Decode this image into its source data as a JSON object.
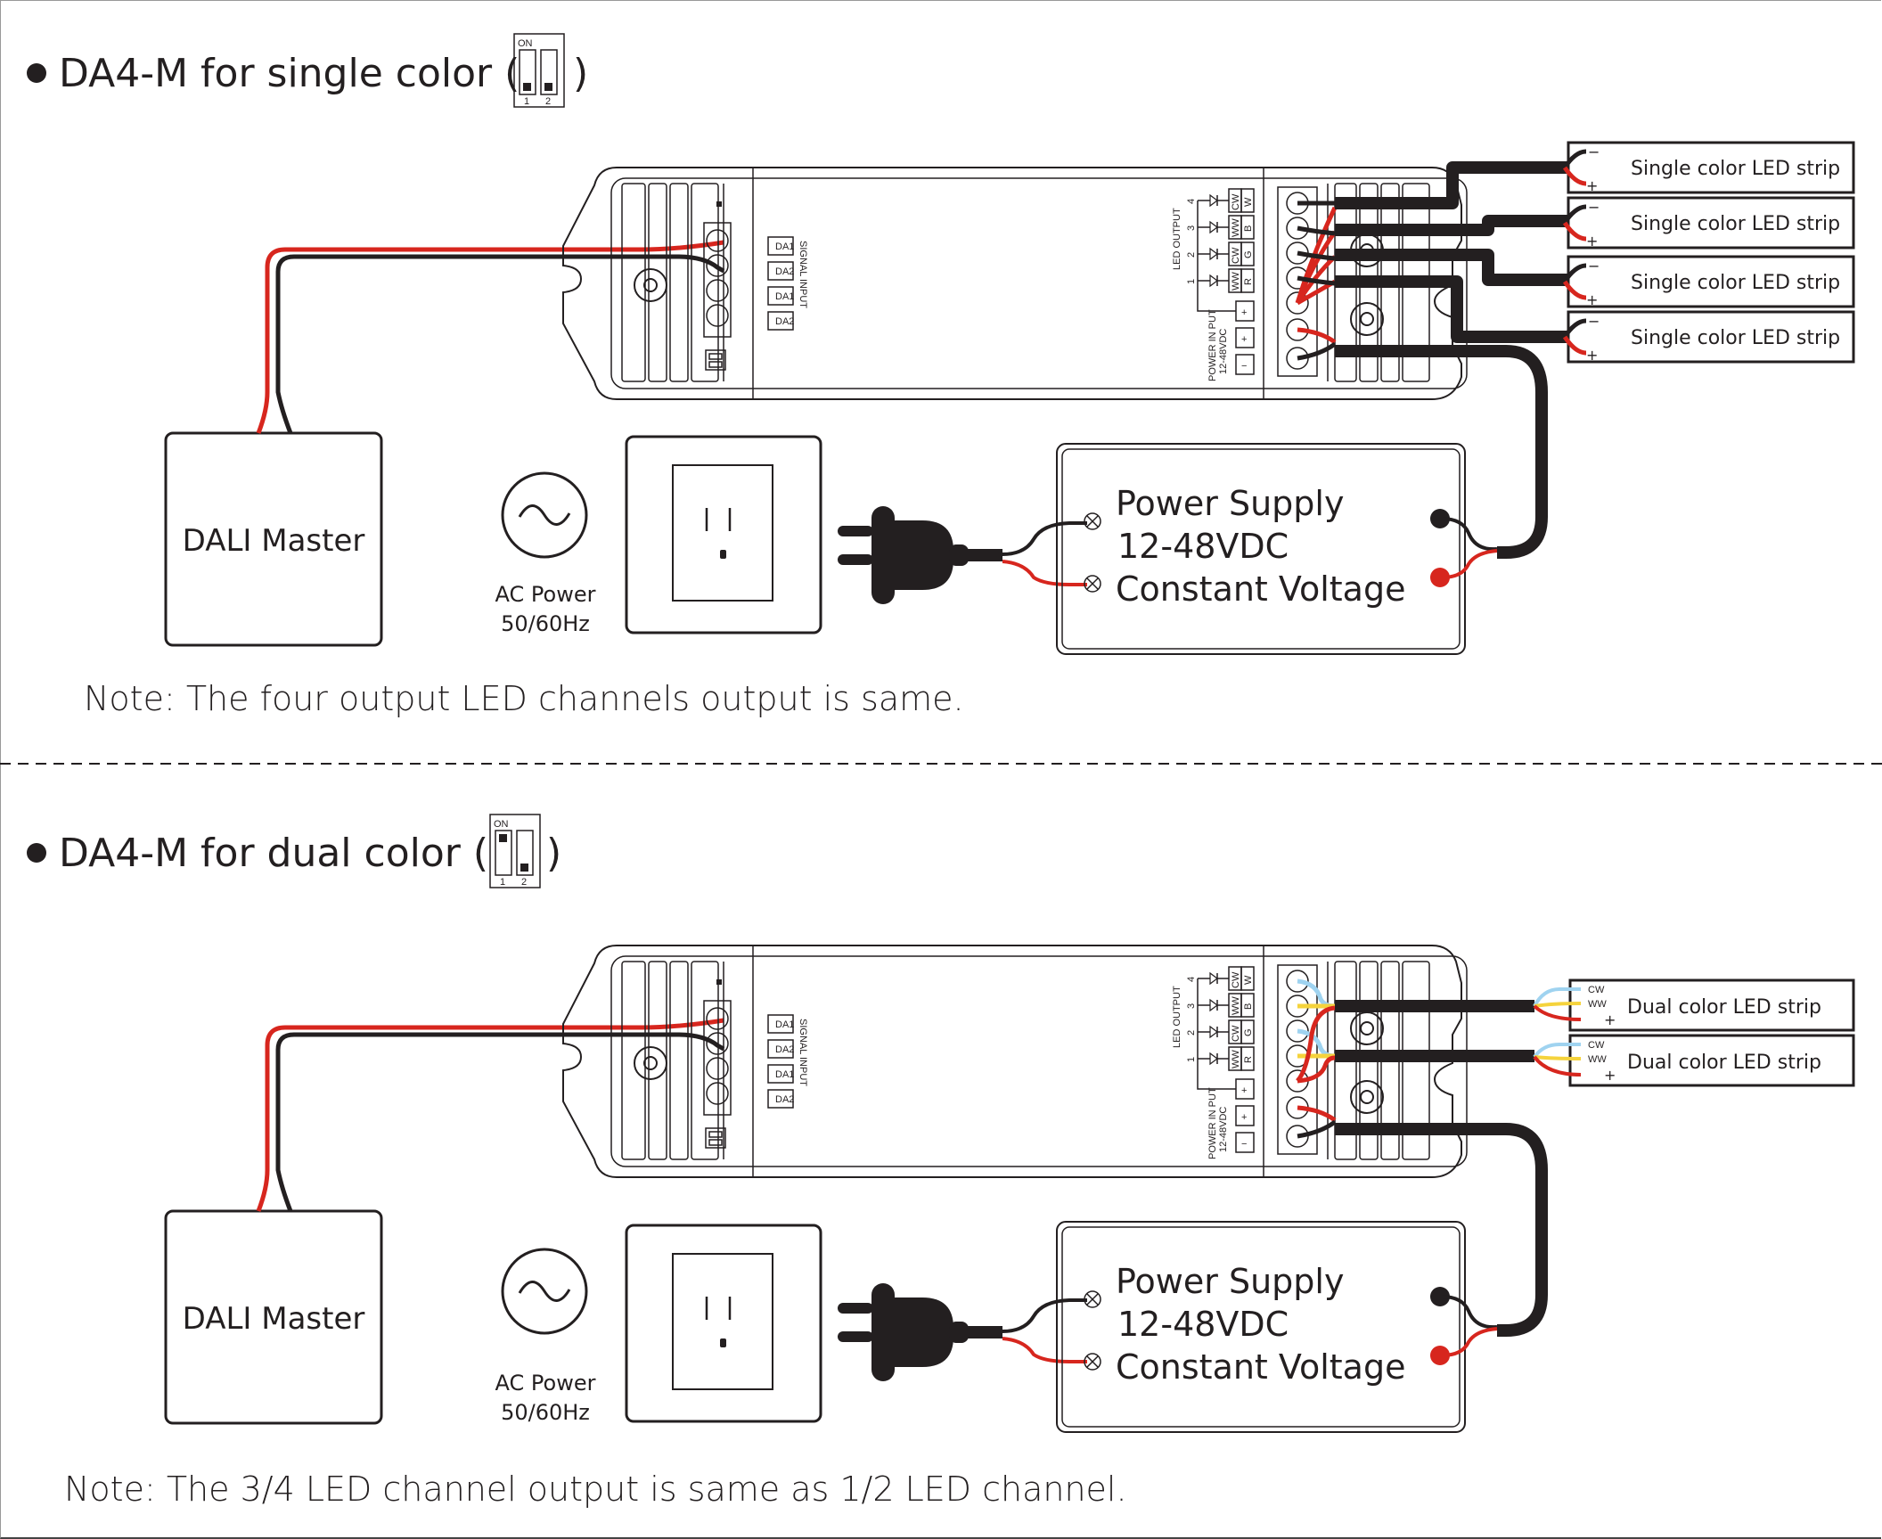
{
  "sections": [
    {
      "title": "DA4-M for single color (",
      "title_close": ")",
      "dip": {
        "on_label": "ON",
        "labels": [
          "1",
          "2"
        ],
        "switch1": "off",
        "switch2": "off"
      },
      "note": "Note: The four output LED channels output is same.",
      "strips": [
        {
          "label": "Single color LED strip",
          "pins": [
            "−",
            "+"
          ]
        },
        {
          "label": "Single color LED strip",
          "pins": [
            "−",
            "+"
          ]
        },
        {
          "label": "Single color LED strip",
          "pins": [
            "−",
            "+"
          ]
        },
        {
          "label": "Single color LED strip",
          "pins": [
            "−",
            "+"
          ]
        }
      ]
    },
    {
      "title": "DA4-M for dual color (",
      "title_close": ")",
      "dip": {
        "on_label": "ON",
        "labels": [
          "1",
          "2"
        ],
        "switch1": "on",
        "switch2": "off"
      },
      "note": "Note: The 3/4 LED channel output is same as 1/2 LED channel.",
      "strips": [
        {
          "label": "Dual color LED strip",
          "pins": [
            "CW",
            "WW",
            "+"
          ]
        },
        {
          "label": "Dual color LED strip",
          "pins": [
            "CW",
            "WW",
            "+"
          ]
        }
      ]
    }
  ],
  "dali_master": "DALI Master",
  "ac_power": {
    "line1": "AC Power",
    "line2": "50/60Hz"
  },
  "power_supply": {
    "line1": "Power Supply",
    "line2": "12-48VDC",
    "line3": "Constant Voltage"
  },
  "controller": {
    "signal_input_label": "SIGNAL INPUT",
    "signal_terminals": [
      "DA1",
      "DA2",
      "DA1",
      "DA2"
    ],
    "led_output_label": "LED OUTPUT",
    "channels": [
      {
        "num": "4",
        "cw_ww": "CW",
        "rgbw": "W"
      },
      {
        "num": "3",
        "cw_ww": "WW",
        "rgbw": "B"
      },
      {
        "num": "2",
        "cw_ww": "CW",
        "rgbw": "G"
      },
      {
        "num": "1",
        "cw_ww": "WW",
        "rgbw": "R"
      }
    ],
    "common_plus": "+",
    "power_in_label": "POWER IN PUT",
    "power_in_range": "12-48VDC",
    "power_terms": [
      "+",
      "−"
    ],
    "mini_dip_on": "ON",
    "mini_dip_labels": [
      "1",
      "2"
    ]
  },
  "colors": {
    "red_wire": "#d7261e",
    "black_wire": "#231f20",
    "yellow_wire": "#f5d33c",
    "blue_wire": "#9fd3f0"
  }
}
